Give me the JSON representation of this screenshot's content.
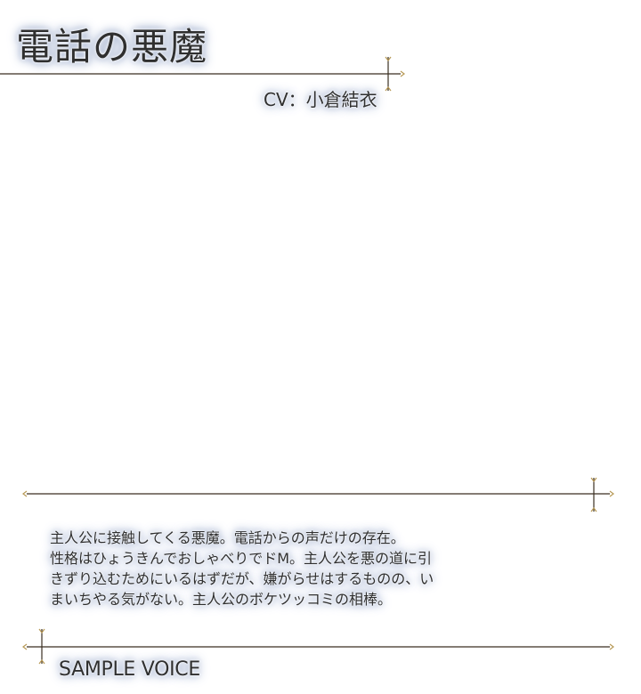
{
  "header": {
    "title": "電話の悪魔",
    "cv": "CV：小倉結衣"
  },
  "description": {
    "lines": [
      "主人公に接触してくる悪魔。電話からの声だけの存在。",
      "性格はひょうきんでおしゃべりでドM。主人公を悪の道に引",
      "きずり込むためにいるはずだが、嫌がらせはするものの、い",
      "まいちやる気がない。主人公のボケツッコミの相棒。"
    ]
  },
  "footer": {
    "sample_voice_label": "SAMPLE VOICE"
  },
  "colors": {
    "text": "#2f2f2f",
    "glow": "#93a3c6",
    "rule": "#3a2f22",
    "ornament": "#b89a57"
  }
}
